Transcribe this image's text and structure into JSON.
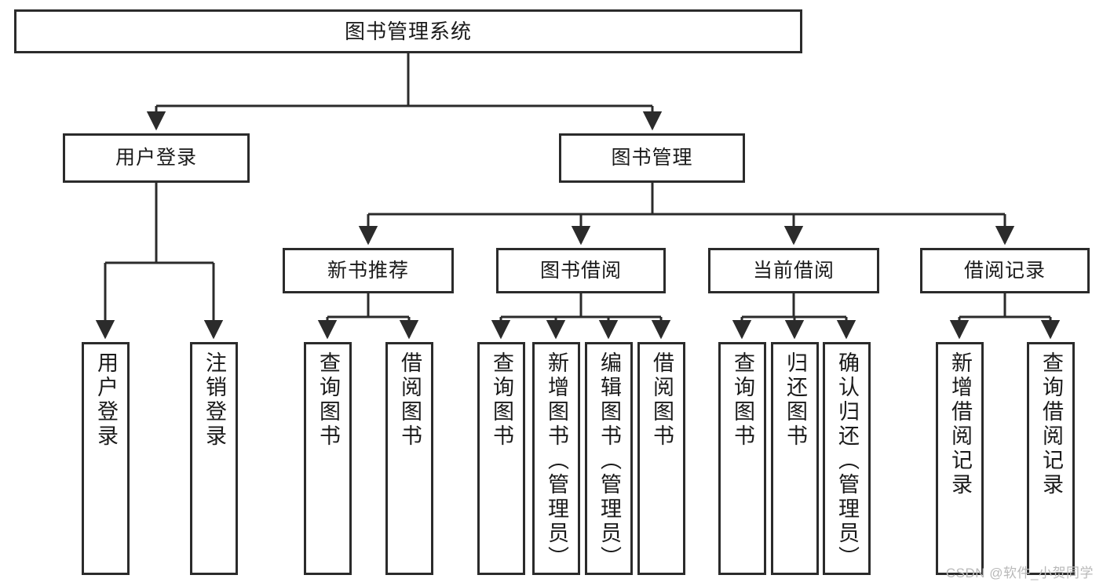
{
  "diagram": {
    "title": "图书管理系统",
    "type": "tree-hierarchy-flowchart",
    "watermark": "CSDN @软件_小贺同学",
    "line_color": "#2b2b2b",
    "box_fill": "#ffffff",
    "text_color": "#1a1a1a",
    "watermark_color": "#b9b9b9",
    "nodes": {
      "root": {
        "label": "图书管理系统"
      },
      "level1": [
        {
          "label": "用户登录"
        },
        {
          "label": "图书管理"
        }
      ],
      "level2": [
        {
          "label": "新书推荐"
        },
        {
          "label": "图书借阅"
        },
        {
          "label": "当前借阅"
        },
        {
          "label": "借阅记录"
        }
      ],
      "leaves": {
        "user_login": [
          {
            "label": "用户登录"
          },
          {
            "label": "注销登录"
          }
        ],
        "new_book_recommend": [
          {
            "label": "查询图书"
          },
          {
            "label": "借阅图书"
          }
        ],
        "book_borrow": [
          {
            "label": "查询图书"
          },
          {
            "label": "新增图书（管理员）"
          },
          {
            "label": "编辑图书（管理员）"
          },
          {
            "label": "借阅图书"
          }
        ],
        "current_borrow": [
          {
            "label": "查询图书"
          },
          {
            "label": "归还图书"
          },
          {
            "label": "确认归还（管理员）"
          }
        ],
        "borrow_record": [
          {
            "label": "新增借阅记录"
          },
          {
            "label": "查询借阅记录"
          }
        ]
      }
    }
  }
}
